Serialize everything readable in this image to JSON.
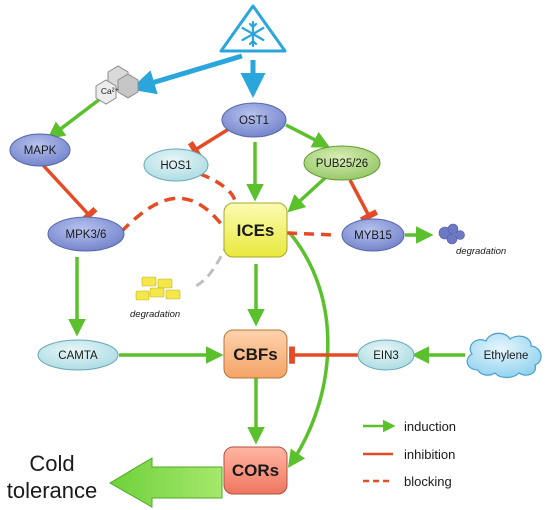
{
  "nodes": {
    "cold_stimulus": {
      "icon": "snowflake-warning-icon"
    },
    "calcium": {
      "label": "Ca²⁺"
    },
    "ost1": {
      "label": "OST1"
    },
    "mapk": {
      "label": "MAPK"
    },
    "hos1": {
      "label": "HOS1"
    },
    "pub": {
      "label": "PUB25/26"
    },
    "mpk": {
      "label": "MPK3/6"
    },
    "ices": {
      "label": "ICEs"
    },
    "myb15": {
      "label": "MYB15"
    },
    "camta": {
      "label": "CAMTA"
    },
    "cbfs": {
      "label": "CBFs"
    },
    "ein3": {
      "label": "EIN3"
    },
    "ethylene": {
      "label": "Ethylene"
    },
    "cors": {
      "label": "CORs"
    }
  },
  "annotations": {
    "degradation_hos1": "degradation",
    "degradation_myb15": "degradation"
  },
  "outcome": {
    "line1": "Cold",
    "line2": "tolerance"
  },
  "legend": {
    "induction": "induction",
    "inhibition": "inhibition",
    "blocking": "blocking"
  },
  "colors": {
    "induction": "#5ac02c",
    "inhibition": "#e44b26",
    "blocking": "#e44b26",
    "stimulus": "#2aa6dc"
  }
}
